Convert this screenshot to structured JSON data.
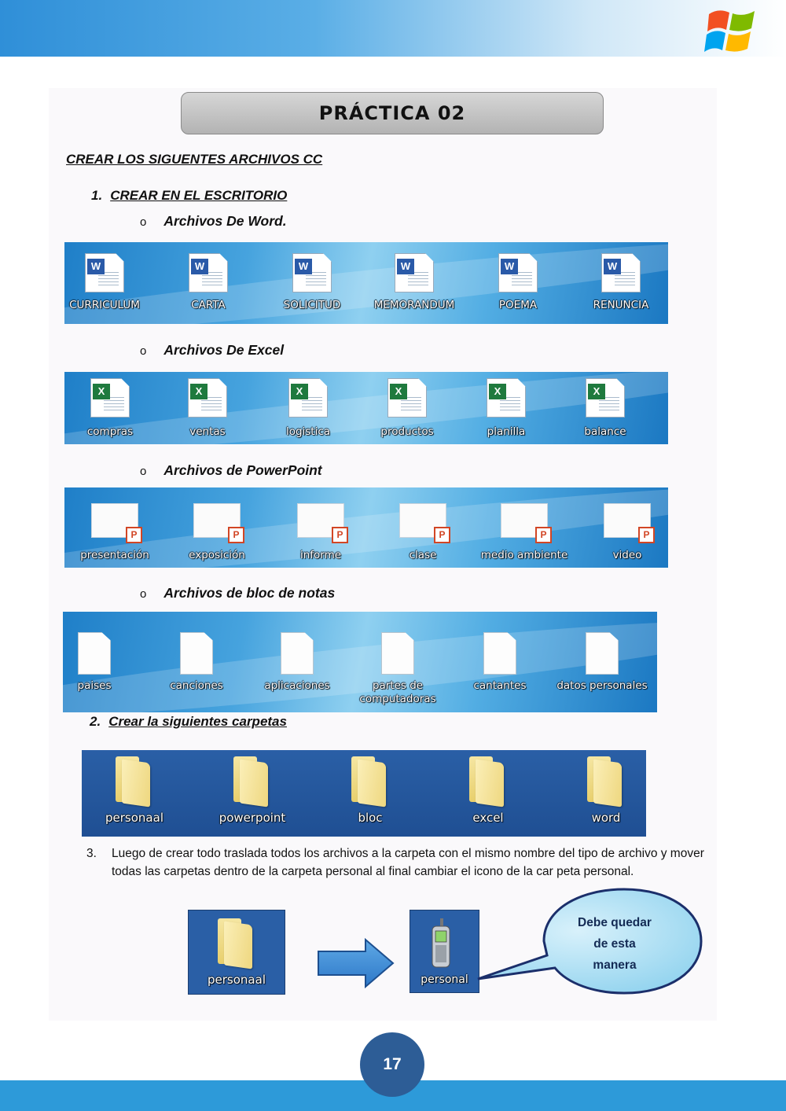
{
  "title": "PRÁCTICA 02",
  "intro_heading": "CREAR LOS SIGUENTES ARCHIVOS CC",
  "step1": {
    "number": "1.",
    "heading": "CREAR EN EL ESCRITORIO"
  },
  "word": {
    "heading": "Archivos De Word.",
    "badge": "W",
    "items": [
      "CURRICULUM",
      "CARTA",
      "SOLICITUD",
      "MEMORANDUM",
      "POEMA",
      "RENUNCIA"
    ]
  },
  "excel": {
    "heading": "Archivos De Excel",
    "badge": "X",
    "items": [
      "compras",
      "ventas",
      "logistica",
      "productos",
      "planilla",
      "balance"
    ]
  },
  "powerpoint": {
    "heading": "Archivos de PowerPoint",
    "badge": "P",
    "items": [
      "presentación",
      "exposición",
      "informe",
      "clase",
      "medio ambiente",
      "video"
    ]
  },
  "notepad": {
    "heading": "Archivos de bloc de notas",
    "items": [
      "paises",
      "canciones",
      "aplicaciones",
      "partes de computadoras",
      "cantantes",
      "datos personales"
    ]
  },
  "step2": {
    "number": "2.",
    "heading": "Crear la siguientes carpetas",
    "items": [
      "personaal",
      "powerpoint",
      "bloc",
      "excel",
      "word"
    ]
  },
  "step3": {
    "number": "3.",
    "text": "Luego de crear  todo traslada todos los archivos a la carpeta con el mismo nombre del tipo de archivo y mover todas las carpetas dentro de la carpeta personal al final cambiar el icono de la car peta personal."
  },
  "before_label": "personaal",
  "after_label": "personal",
  "bubble": {
    "line1": "Debe quedar",
    "line2": "de esta",
    "line3": "manera"
  },
  "page_number": "17",
  "colors": {
    "top_bar": "#2f8fd8",
    "page_circle": "#2d5d96",
    "folder_strip": "#2a5fa6"
  },
  "icons": [
    "windows-logo-icon",
    "word-file-icon",
    "excel-file-icon",
    "powerpoint-file-icon",
    "text-file-icon",
    "folder-icon",
    "phone-icon",
    "arrow-right-icon"
  ]
}
